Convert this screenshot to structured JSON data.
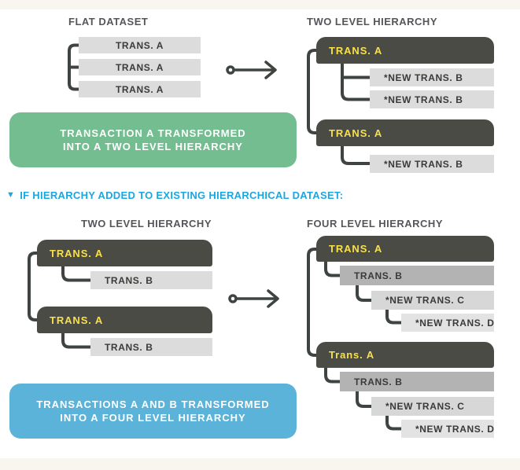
{
  "colors": {
    "page-bg": "#ffffff",
    "strip": "#f9f6f0",
    "dark-box": "#4b4b45",
    "yellow": "#f8e04b",
    "light-gray": "#dcdcdc",
    "mid-gray": "#b3b3b3",
    "gray-c": "#d7d7d7",
    "gray-d": "#e3e3e3",
    "green": "#74bd91",
    "blue": "#5bb3d9",
    "blue-text": "#1ca6e0",
    "label-text": "#55565a",
    "box-text": "#3a3a38",
    "connector": "#3e4440",
    "note-text": "#ffffff"
  },
  "flat_dataset": {
    "label": "FLAT DATASET",
    "items": [
      "TRANS. A",
      "TRANS. A",
      "TRANS. A"
    ]
  },
  "two_level_top": {
    "label": "TWO LEVEL HIERARCHY",
    "groups": [
      {
        "parent": "TRANS. A",
        "children": [
          "*NEW TRANS. B",
          "*NEW TRANS. B"
        ]
      },
      {
        "parent": "TRANS. A",
        "children": [
          "*NEW TRANS. B"
        ]
      }
    ]
  },
  "note_green": {
    "line1": "TRANSACTION A TRANSFORMED",
    "line2": "INTO A TWO LEVEL HIERARCHY"
  },
  "divider": {
    "icon": "▼",
    "text": "IF HIERARCHY ADDED TO EXISTING HIERARCHICAL DATASET:"
  },
  "two_level_bottom": {
    "label": "TWO LEVEL HIERARCHY",
    "groups": [
      {
        "parent": "TRANS. A",
        "children": [
          "TRANS. B"
        ]
      },
      {
        "parent": "TRANS. A",
        "children": [
          "TRANS. B"
        ]
      }
    ]
  },
  "four_level": {
    "label": "FOUR LEVEL HIERARCHY",
    "groups": [
      {
        "parent": "TRANS. A",
        "child1": "TRANS. B",
        "child2": "*NEW TRANS. C",
        "child3": "*NEW TRANS. D"
      },
      {
        "parent": "Trans. A",
        "child1": "TRANS. B",
        "child2": "*NEW TRANS. C",
        "child3": "*NEW TRANS. D"
      }
    ]
  },
  "note_blue": {
    "line1": "TRANSACTIONS A AND B TRANSFORMED",
    "line2": "INTO A FOUR LEVEL HIERARCHY"
  }
}
